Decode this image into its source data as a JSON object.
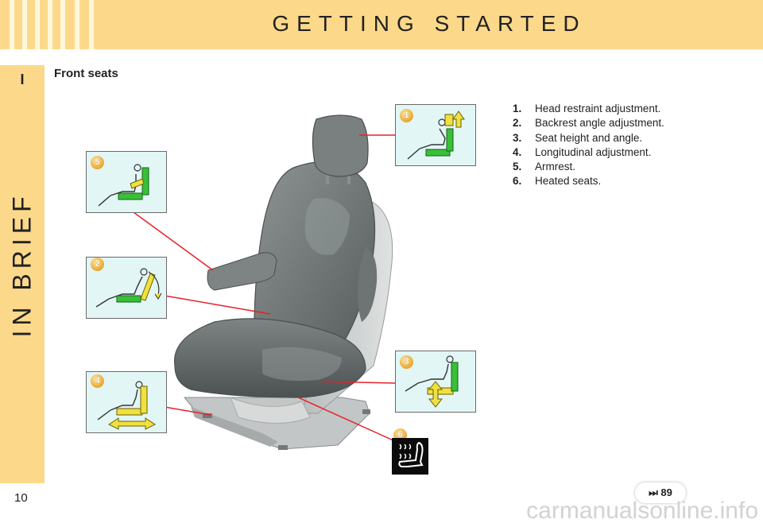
{
  "header": {
    "title": "GETTING STARTED"
  },
  "sidebar": {
    "chapter_number": "I",
    "chapter_label": "IN BRIEF"
  },
  "page_number": "10",
  "section": {
    "title": "Front seats"
  },
  "legend": [
    {
      "num": "1.",
      "text": "Head restraint adjustment."
    },
    {
      "num": "2.",
      "text": "Backrest angle adjustment."
    },
    {
      "num": "3.",
      "text": "Seat height and angle."
    },
    {
      "num": "4.",
      "text": "Longitudinal adjustment."
    },
    {
      "num": "5.",
      "text": "Armrest."
    },
    {
      "num": "6.",
      "text": "Heated seats."
    }
  ],
  "callouts": [
    "1",
    "2",
    "3",
    "4",
    "5",
    "6"
  ],
  "reference": {
    "icon": "fast-forward-icon",
    "glyph": "⏭",
    "page": "89"
  },
  "watermark": "carmanualsonline.info",
  "colors": {
    "header": "#fcd98a",
    "diagram_bg": "#e2f6f6",
    "leader_line": "#e8202a",
    "badge": "#e8a530"
  }
}
